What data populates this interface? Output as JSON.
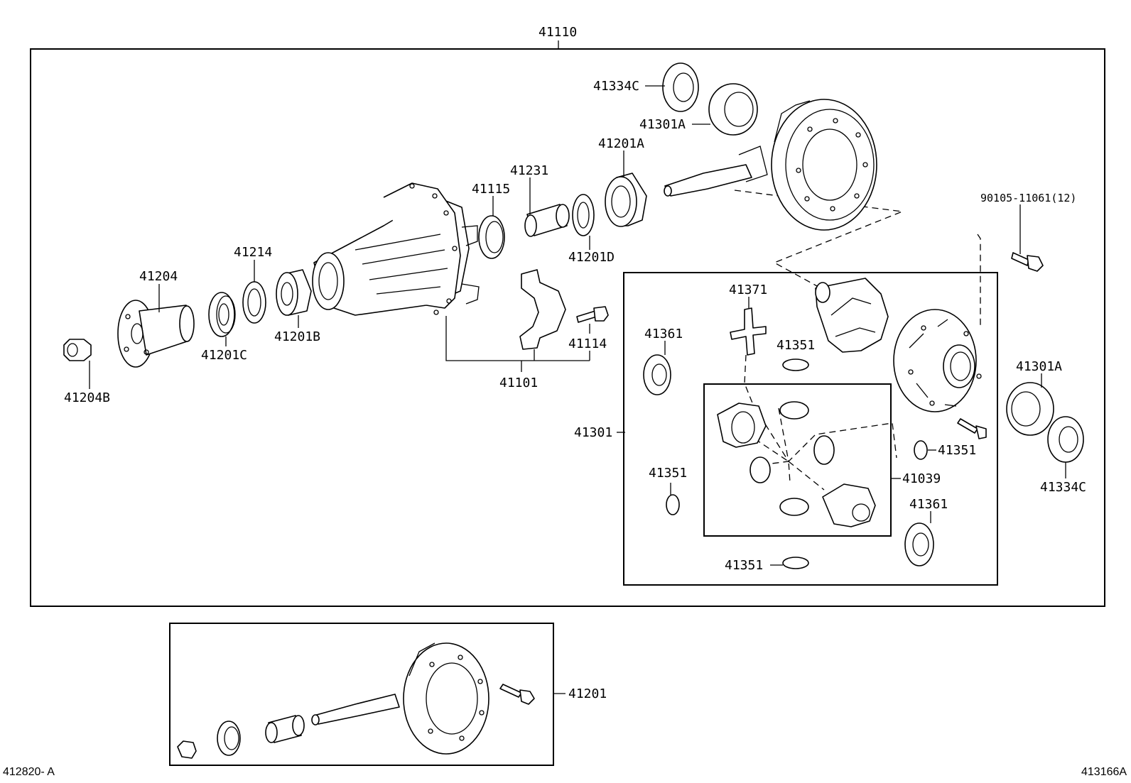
{
  "diagram": {
    "labels": {
      "assy_main": "41110",
      "companion_flange": "41204",
      "flange_nut": "41204B",
      "oil_seal": "41201C",
      "spacer": "41214",
      "front_bearing": "41201B",
      "carrier_bearing_cap": "41101",
      "cap_bolt": "41114",
      "rear_bearing_race": "41115",
      "collapsible_spacer": "41231",
      "pinion_washer": "41201D",
      "rear_bearing": "41201A",
      "adjusting_washer_top": "41334C",
      "side_bearing_top": "41301A",
      "ring_bolt": "90105-11061(12)",
      "case_assy": "41301",
      "pinion_shaft": "41371",
      "washer_a": "41361",
      "thrust_washer_a": "41351",
      "thrust_washer_b": "41351",
      "thrust_washer_c": "41351",
      "thrust_washer_d": "41351",
      "gear_kit": "41039",
      "washer_b": "41361",
      "side_bearing_right": "41301A",
      "adjusting_washer_right": "41334C",
      "ring_pinion_set": "41201"
    },
    "footer": {
      "left_code": "412820- A",
      "right_code": "413166A"
    }
  }
}
